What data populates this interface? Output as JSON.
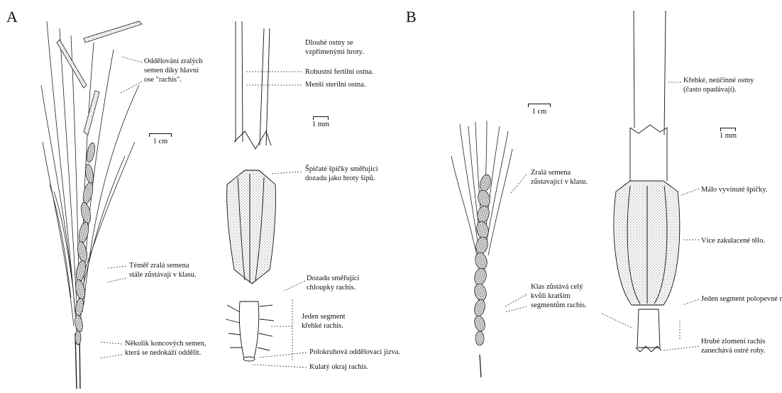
{
  "panels": {
    "a": "A",
    "b": "B"
  },
  "scales": {
    "a_cm": "1 cm",
    "a_mm": "1 mm",
    "b_cm": "1 cm",
    "b_mm": "1 mm"
  },
  "labels_a": {
    "oddelovani": "Oddělování zralých\nsemen díky hlavní\nose \"rachis\".",
    "dlouhe_ostny": "Dlouhé ostny se\nvzpřímenými hroty.",
    "robustni": "Robustní fertilní ostna.",
    "mensi": "Menší sterilní ostna.",
    "spicate": "Špičaté špičky směřující\ndozadu jako hroty šípů.",
    "temer": "Téměř zralá semena\nstále zůstávají v klasu.",
    "dozadu": "Dozadu směřující\nchloupky rachis.",
    "jeden_segment": "Jeden segment\nkřehké rachis.",
    "nekolik": "Několik koncových semen,\nkterá se nedokáží oddělit.",
    "polokruhova": "Polokruhová oddělovací jizva.",
    "kulaty": "Kulatý okraj rachis."
  },
  "labels_b": {
    "krehke": "Křehké, neúčinné ostny\n(často opadávají).",
    "zrala": "Zralá semena\nzůstavající v klasu.",
    "malo": "Málo vyvinuté špičky.",
    "vice": "Více zakulacené tělo.",
    "klas": "Klas zůstává celý\nkvůli kratším\nsegmentům rachis.",
    "jeden_polo": "Jeden segment polopevné rachis.",
    "hrube": "Hrubé zlomení rachis\nzanechává ostré rohy."
  }
}
